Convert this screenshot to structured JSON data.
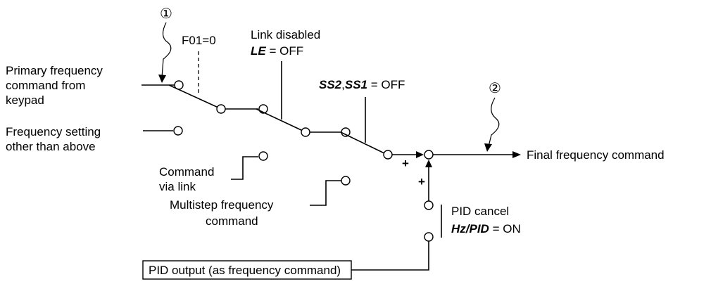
{
  "callouts": {
    "first": "①",
    "second": "②"
  },
  "labels": {
    "f01": "F01=0",
    "link_disabled": "Link disabled",
    "le_name": "LE",
    "le_value": " = OFF",
    "ss2": "SS2",
    "ss_comma": ",",
    "ss1": "SS1",
    "ss_value": " = OFF",
    "primary_line1": "Primary frequency",
    "primary_line2": "command from",
    "primary_line3": "keypad",
    "freq_setting_line1": "Frequency setting",
    "freq_setting_line2": "other than above",
    "cmd_link_line1": "Command",
    "cmd_link_line2": "via link",
    "multistep_line1": "Multistep frequency",
    "multistep_line2": "command",
    "pid_cancel": "PID cancel",
    "hzpid_name": "Hz/PID",
    "hzpid_value": " = ON",
    "plus_horizontal": "+",
    "plus_vertical": "+",
    "final": "Final frequency command",
    "pid_output": "PID output (as frequency command)"
  }
}
